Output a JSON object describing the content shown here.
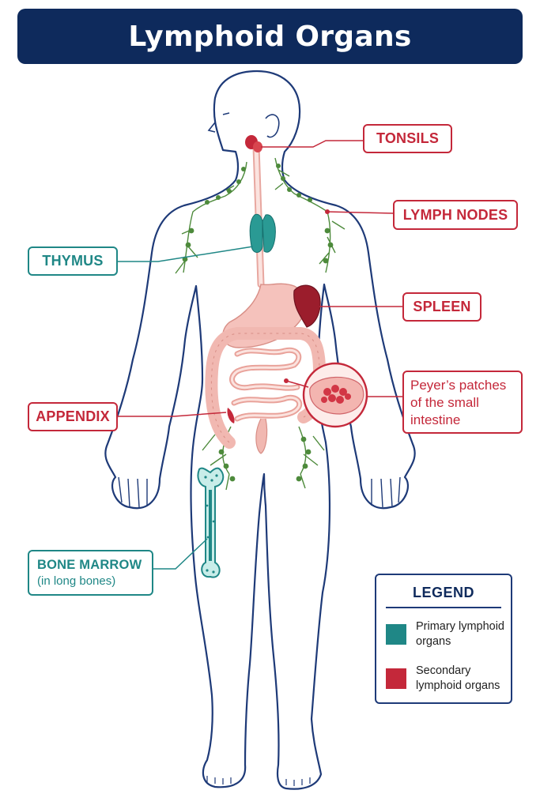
{
  "title": "Lymphoid Organs",
  "colors": {
    "title_bg": "#0e2a5c",
    "outline": "#1e3a78",
    "primary": "#1f8786",
    "secondary": "#c4283a",
    "gut": "#f5c2bc",
    "lymph": "#4d8a3b"
  },
  "labels": {
    "tonsils": "TONSILS",
    "lymph_nodes": "LYMPH NODES",
    "thymus": "THYMUS",
    "spleen": "SPLEEN",
    "peyers": "Peyer’s patches of the small intestine",
    "appendix": "APPENDIX",
    "bone_marrow": "BONE MARROW",
    "bone_marrow_sub": "(in long bones)"
  },
  "legend": {
    "title": "LEGEND",
    "items": [
      {
        "label": "Primary lymphoid organs",
        "color": "#1f8786"
      },
      {
        "label": "Secondary lymphoid organs",
        "color": "#c4283a"
      }
    ]
  }
}
